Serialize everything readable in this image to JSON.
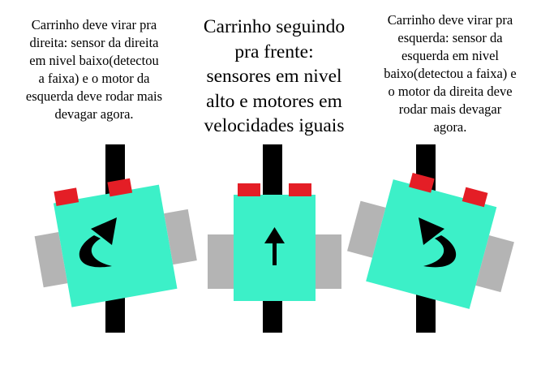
{
  "captions": {
    "left": "Carrinho deve virar pra\ndireita: sensor da direita\nem nivel baixo(detectou\na faixa) e o motor da\nesquerda deve rodar mais\ndevagar agora.",
    "center": "Carrinho seguindo\npra frente:\nsensores em nivel\nalto e motores em\nvelocidades iguais",
    "right": "Carrinho deve virar pra\nesquerda: sensor da\nesquerda em nivel\nbaixo(detectou a faixa) e\no motor da direita deve\nrodar mais devagar\nagora."
  },
  "colors": {
    "track": "#000000",
    "body": "#3cf0c8",
    "wheel": "#b4b4b4",
    "sensor": "#e41e26",
    "arrow": "#000000"
  },
  "icons": {
    "left": "curved-arrow-turn-right-icon",
    "center": "arrow-up-icon",
    "right": "curved-arrow-turn-left-icon"
  }
}
